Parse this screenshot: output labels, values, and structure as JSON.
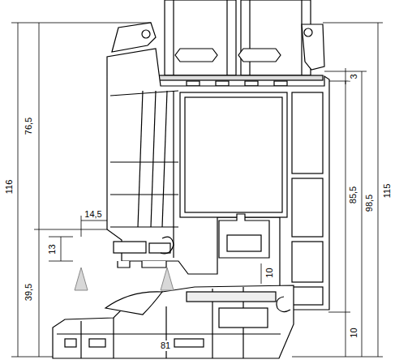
{
  "diagram": {
    "labels": [
      "76,5",
      "116",
      "14,5",
      "13",
      "39,5",
      "81",
      "3",
      "85,5",
      "98,5",
      "115",
      "10",
      "10"
    ]
  }
}
